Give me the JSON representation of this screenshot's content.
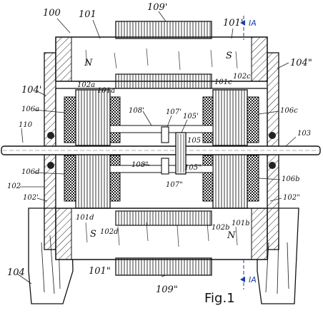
{
  "figure": {
    "caption": "Fig.1",
    "poles": {
      "top_left": "N",
      "top_right": "S",
      "bottom_left": "S",
      "bottom_right": "N"
    },
    "section": "IA",
    "labels": {
      "l100": "100",
      "l101": "101",
      "l109p": "109'",
      "l101p": "101'",
      "l104pp": "104\"",
      "l104p": "104'",
      "l102a": "102a",
      "l101a": "101a",
      "l101c": "101c",
      "l102c": "102c",
      "l106a": "106a",
      "l106c": "106c",
      "l108p": "108'",
      "l107p": "107'",
      "l105p": "105'",
      "l105": "105",
      "l110": "110",
      "l103": "103",
      "l106d": "106d",
      "l102": "102",
      "l102p": "102'",
      "l108pp": "108\"",
      "l105pp": "105\"",
      "l107pp": "107\"",
      "l106b": "106b",
      "l102pp": "102\"",
      "l101d": "101d",
      "l102d": "102d",
      "l102b": "102b",
      "l101b": "101b",
      "l104": "104",
      "l101pp": "101\"",
      "l109pp": "109\""
    }
  }
}
